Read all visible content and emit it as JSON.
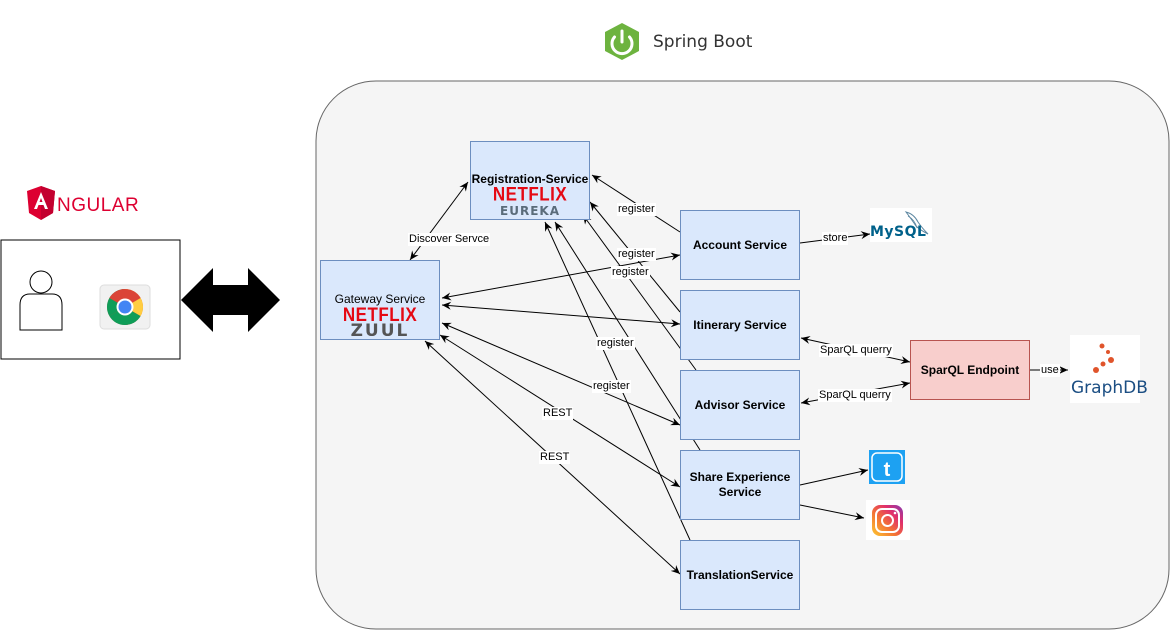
{
  "header": {
    "framework_label": "Spring Boot",
    "framework_icon": "spring-boot-icon"
  },
  "client": {
    "framework_label": "NGULAR",
    "framework_icon": "angular-icon"
  },
  "services": {
    "registration": {
      "label": "Registration-Service",
      "logo_brand": "NETFLIX",
      "logo_product": "EUREKA"
    },
    "gateway": {
      "label": "Gateway Service",
      "logo_brand": "NETFLIX",
      "logo_product": "ZUUL"
    },
    "account": {
      "label": "Account Service"
    },
    "itinerary": {
      "label": "Itinerary Service"
    },
    "advisor": {
      "label": "Advisor Service"
    },
    "share_experience": {
      "label": "Share Experience Service"
    },
    "translation": {
      "label": "TranslationService"
    },
    "sparql_endpoint": {
      "label": "SparQL Endpoint"
    }
  },
  "external": {
    "mysql": {
      "label": "MySQL"
    },
    "graphdb": {
      "label": "GraphDB"
    },
    "twitter_icon": "twitter-icon",
    "instagram_icon": "instagram-icon"
  },
  "edge_labels": {
    "discover": "Discover Servce",
    "register_account": "register",
    "register_itinerary": "register",
    "register_gateway_account": "register",
    "register_share": "register",
    "register_advisor": "register",
    "rest_1": "REST",
    "rest_2": "REST",
    "store": "store",
    "sparql_itinerary": "SparQL querry",
    "sparql_advisor": "SparQL querry",
    "use": "use"
  },
  "colors": {
    "service_fill": "#dae8fc",
    "service_border": "#6c8ebf",
    "endpoint_fill": "#f8cecc",
    "endpoint_border": "#b85450",
    "container_fill": "#f5f5f5",
    "container_border": "#666666",
    "spring_green": "#6db33f",
    "angular_red": "#dd0031"
  }
}
